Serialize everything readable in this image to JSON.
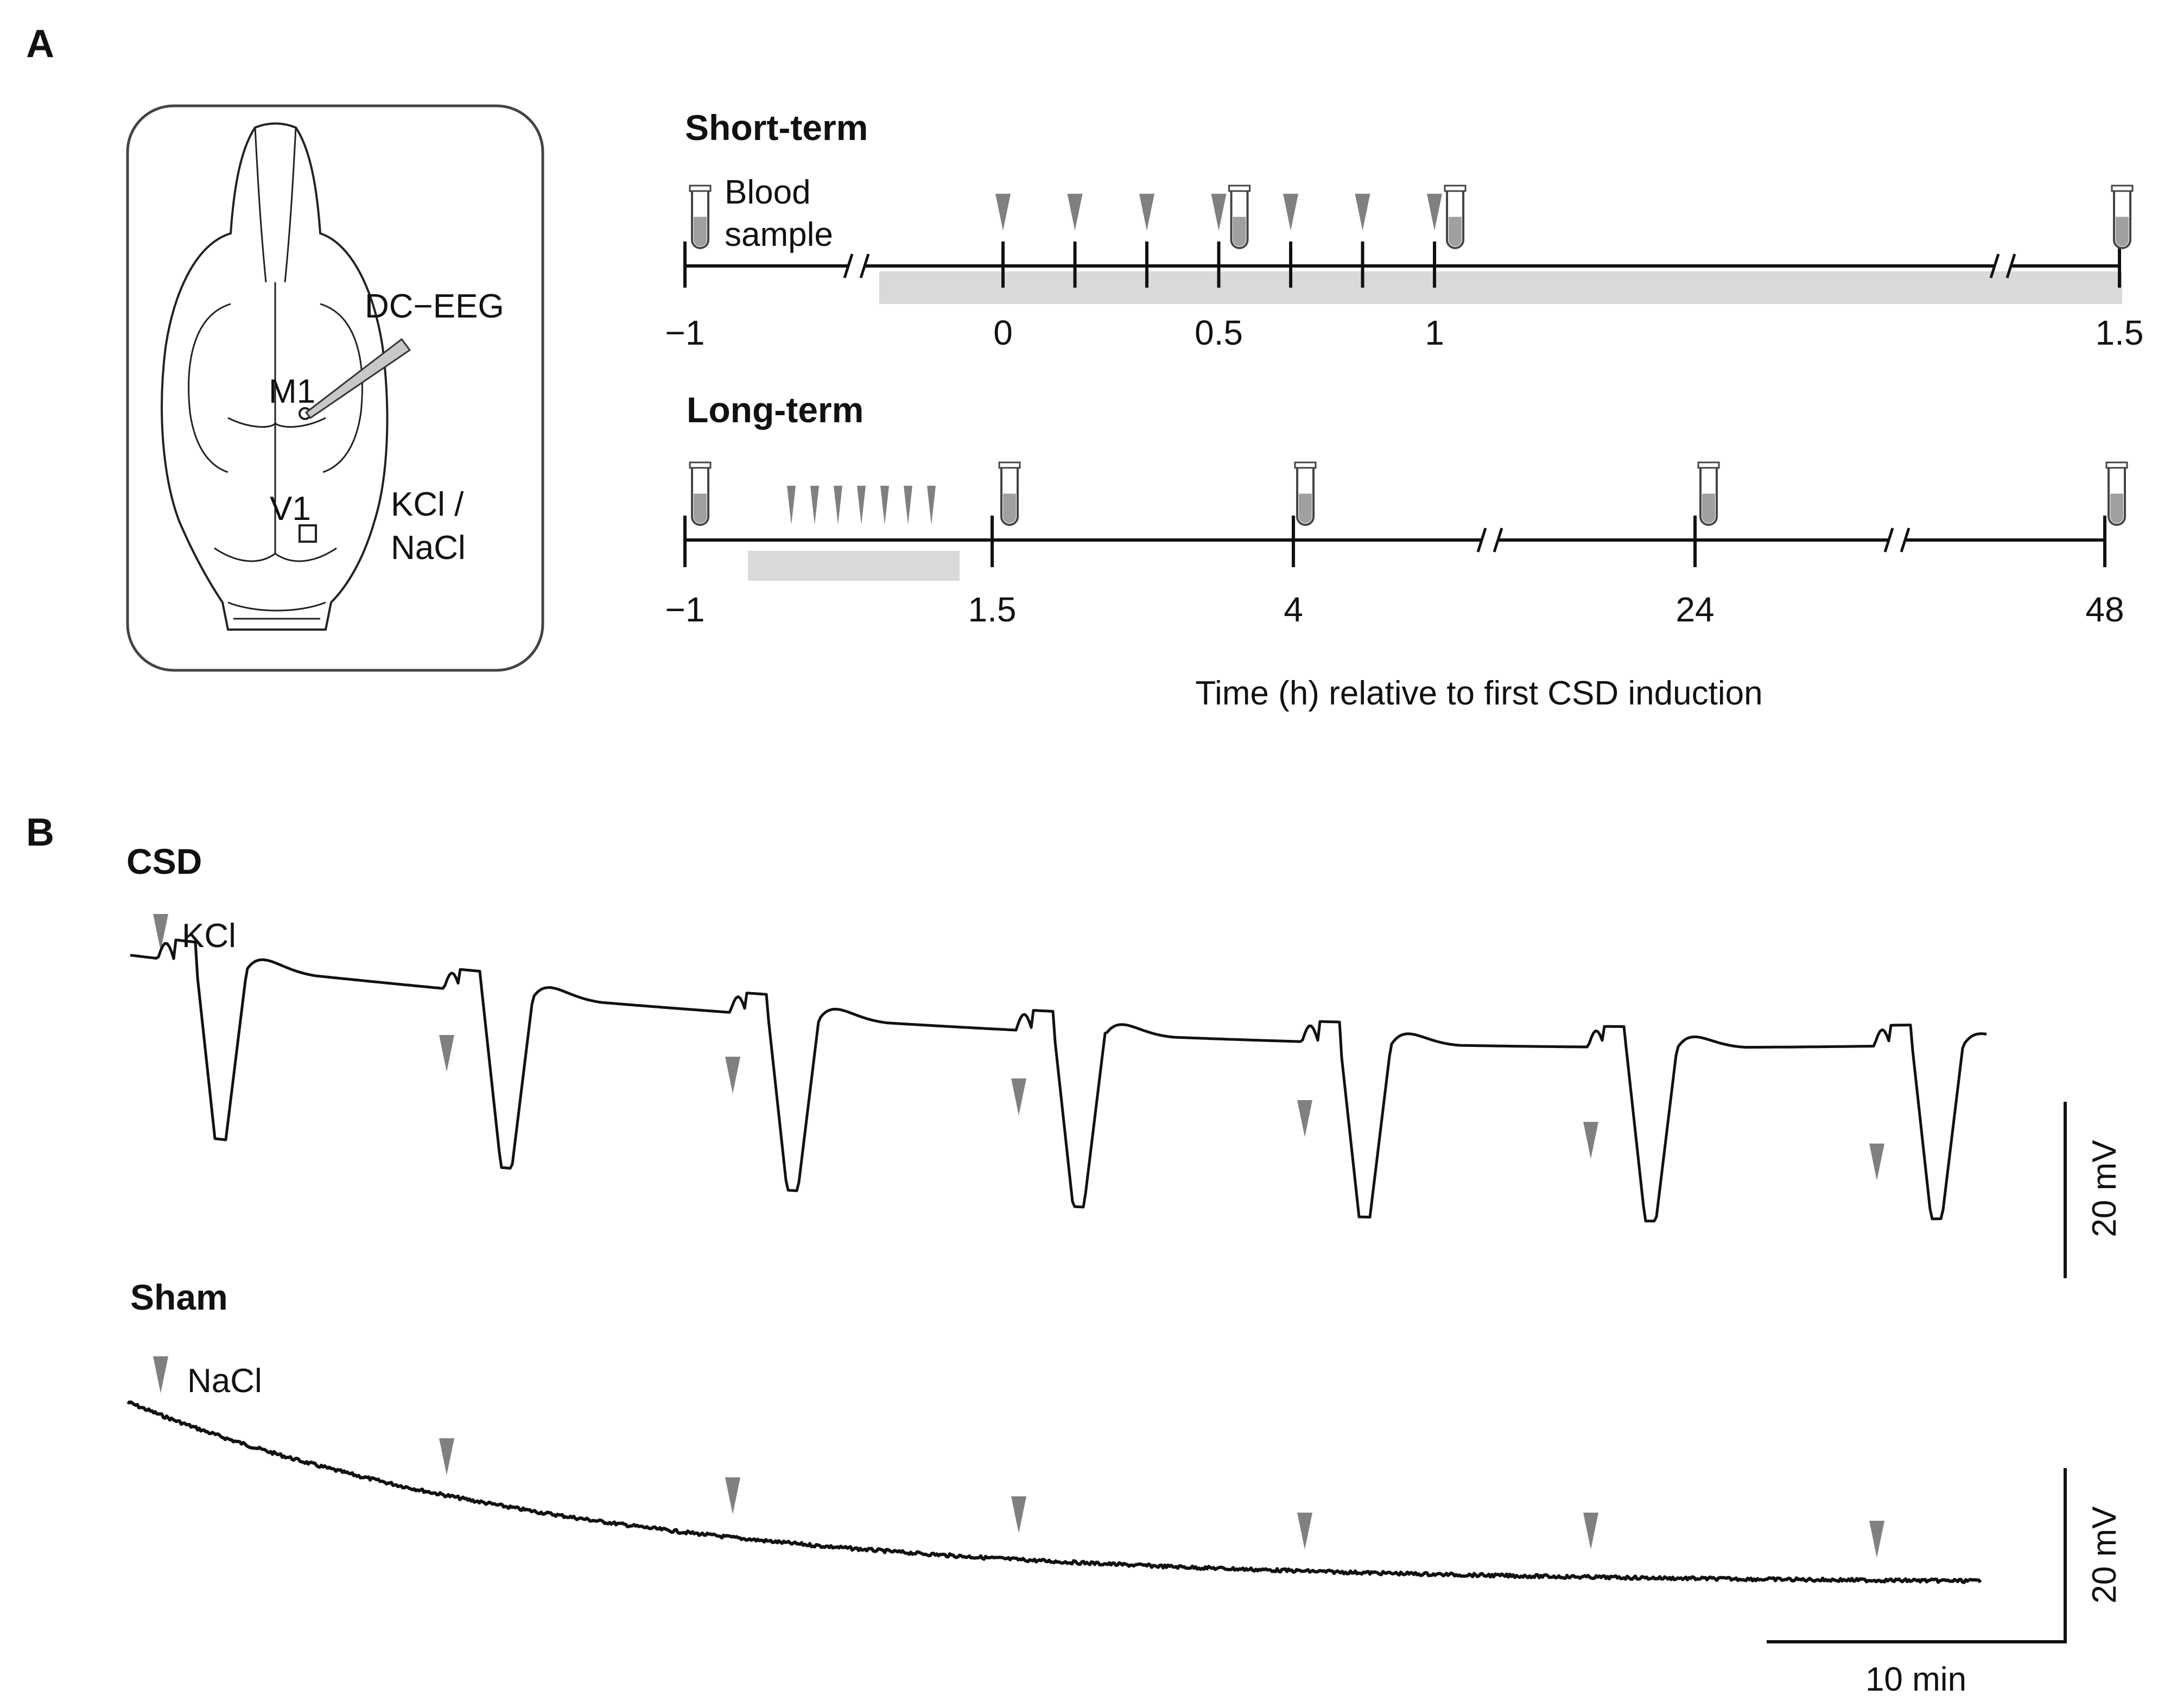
{
  "panels": {
    "a": "A",
    "b": "B"
  },
  "skull": {
    "electrode_label": "DC−EEG",
    "m1_label": "M1",
    "v1_label": "V1",
    "kcl_label_line1": "KCl /",
    "kcl_label_line2": "NaCl"
  },
  "short_term": {
    "title": "Short-term",
    "blood_label_line1": "Blood",
    "blood_label_line2": "sample",
    "ticks": [
      {
        "t": -1,
        "label": "−1"
      },
      {
        "t": 0,
        "label": "0"
      },
      {
        "t": 0.1667,
        "label": ""
      },
      {
        "t": 0.3333,
        "label": ""
      },
      {
        "t": 0.5,
        "label": "0.5"
      },
      {
        "t": 0.6667,
        "label": ""
      },
      {
        "t": 0.8333,
        "label": ""
      },
      {
        "t": 1.0,
        "label": "1"
      },
      {
        "t": 1.5,
        "label": "1.5"
      }
    ],
    "stimuli_h": [
      0,
      0.1667,
      0.3333,
      0.5,
      0.6667,
      0.8333,
      1.0
    ],
    "blood_samples_h": [
      -1,
      0.5,
      1.0,
      1.5
    ]
  },
  "long_term": {
    "title": "Long-term",
    "ticks": [
      {
        "t": -1,
        "label": "−1"
      },
      {
        "t": 1.5,
        "label": "1.5"
      },
      {
        "t": 4,
        "label": "4"
      },
      {
        "t": 24,
        "label": "24"
      },
      {
        "t": 48,
        "label": "48"
      }
    ],
    "stimuli_count": 7,
    "blood_samples_h": [
      -1,
      1.5,
      4,
      24,
      48
    ]
  },
  "time_axis_label": "Time (h) relative to first CSD induction",
  "traces": {
    "csd": {
      "title": "CSD",
      "first_stim_label": "KCl",
      "stimulus_count": 7,
      "stimulus_interval_min": 10
    },
    "sham": {
      "title": "Sham",
      "first_stim_label": "NaCl",
      "stimulus_count": 7,
      "stimulus_interval_min": 10
    }
  },
  "scale_bars": {
    "voltage_label": "20 mV",
    "time_label": "10 min"
  },
  "colors": {
    "stimulus_arrow": "#808080",
    "recording_bar": "#d9d9d9",
    "tube_fill": "#a0a0a0",
    "line": "#111111"
  }
}
